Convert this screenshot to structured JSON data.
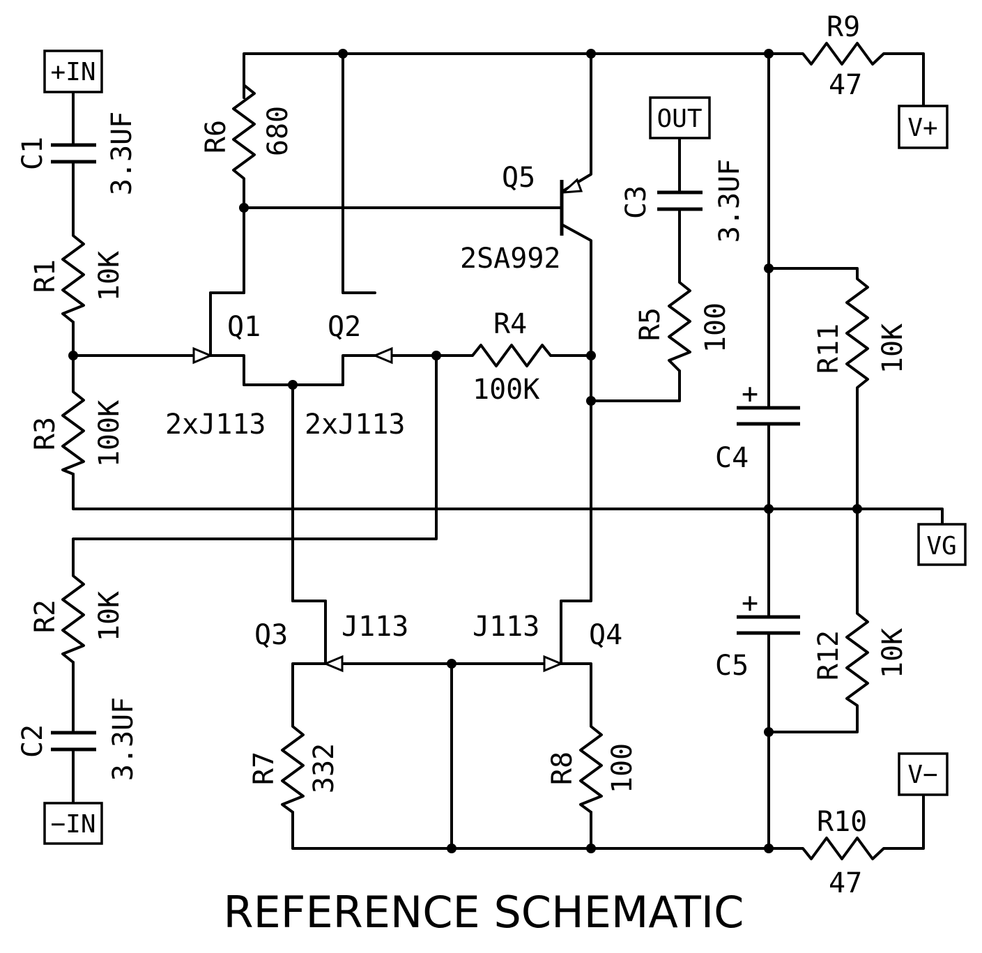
{
  "title": "REFERENCE SCHEMATIC",
  "terminals": {
    "in_plus": "+IN",
    "in_minus": "−IN",
    "out": "OUT",
    "v_plus": "V+",
    "v_minus": "V−",
    "vg": "VG"
  },
  "components": {
    "C1": {
      "ref": "C1",
      "value": "3.3UF"
    },
    "C2": {
      "ref": "C2",
      "value": "3.3UF"
    },
    "C3": {
      "ref": "C3",
      "value": "3.3UF"
    },
    "C4": {
      "ref": "C4",
      "plus": "+"
    },
    "C5": {
      "ref": "C5",
      "plus": "+"
    },
    "R1": {
      "ref": "R1",
      "value": "10K"
    },
    "R2": {
      "ref": "R2",
      "value": "10K"
    },
    "R3": {
      "ref": "R3",
      "value": "100K"
    },
    "R4": {
      "ref": "R4",
      "value": "100K"
    },
    "R5": {
      "ref": "R5",
      "value": "100"
    },
    "R6": {
      "ref": "R6",
      "value": "680"
    },
    "R7": {
      "ref": "R7",
      "value": "332"
    },
    "R8": {
      "ref": "R8",
      "value": "100"
    },
    "R9": {
      "ref": "R9",
      "value": "47"
    },
    "R10": {
      "ref": "R10",
      "value": "47"
    },
    "R11": {
      "ref": "R11",
      "value": "10K"
    },
    "R12": {
      "ref": "R12",
      "value": "10K"
    },
    "Q1": {
      "ref": "Q1",
      "value": "2xJ113"
    },
    "Q2": {
      "ref": "Q2",
      "value": "2xJ113"
    },
    "Q3": {
      "ref": "Q3",
      "value": "J113"
    },
    "Q4": {
      "ref": "Q4",
      "value": "J113"
    },
    "Q5": {
      "ref": "Q5",
      "value": "2SA992"
    }
  }
}
